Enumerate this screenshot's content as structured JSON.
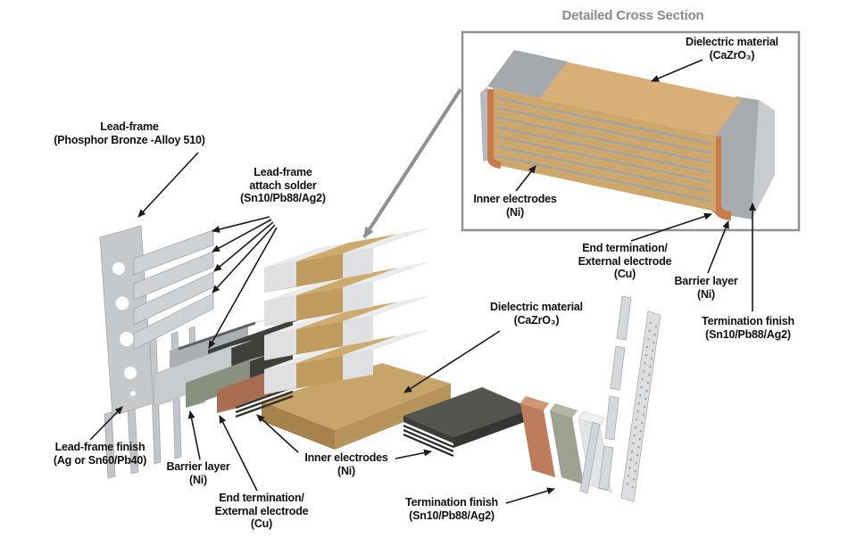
{
  "inset": {
    "title": "Detailed Cross Section",
    "labels": {
      "dielectric": {
        "lines": [
          "Dielectric material",
          "(CaZrO₃)"
        ]
      },
      "inner_electrodes": {
        "lines": [
          "Inner electrodes",
          "(Ni)"
        ]
      },
      "end_termination": {
        "lines": [
          "End termination/",
          "External electrode",
          "(Cu)"
        ]
      },
      "barrier_layer": {
        "lines": [
          "Barrier layer",
          "(Ni)"
        ]
      },
      "termination_finish": {
        "lines": [
          "Termination finish",
          "(Sn10/Pb88/Ag2)"
        ]
      }
    }
  },
  "main": {
    "labels": {
      "lead_frame": {
        "lines": [
          "Lead-frame",
          "(Phosphor Bronze -Alloy 510)"
        ]
      },
      "lead_frame_attach_solder": {
        "lines": [
          "Lead-frame",
          "attach solder",
          "(Sn10/Pb88/Ag2)"
        ]
      },
      "dielectric": {
        "lines": [
          "Dielectric material",
          "(CaZrO₃)"
        ]
      },
      "lead_frame_finish": {
        "lines": [
          "Lead-frame finish",
          "(Ag or Sn60/Pb40)"
        ]
      },
      "barrier_layer": {
        "lines": [
          "Barrier layer",
          "(Ni)"
        ]
      },
      "end_termination": {
        "lines": [
          "End termination/",
          "External electrode",
          "(Cu)"
        ]
      },
      "inner_electrodes": {
        "lines": [
          "Inner electrodes",
          "(Ni)"
        ]
      },
      "termination_finish": {
        "lines": [
          "Termination finish",
          "(Sn10/Pb88/Ag2)"
        ]
      }
    }
  },
  "colors": {
    "ceramic_tan": "#C7A469",
    "termination_silver": "#DEE0E2",
    "end_termination_copper": "#BD7D5D",
    "barrier_nickel_green": "#9CA28F",
    "inner_electrode_dark": "#4A4D46",
    "leadframe_gray": "#C5C9CC",
    "copper_rim_orange": "#C9794A",
    "inset_border_gray": "#8F9194",
    "title_gray": "#8A8A8A"
  }
}
